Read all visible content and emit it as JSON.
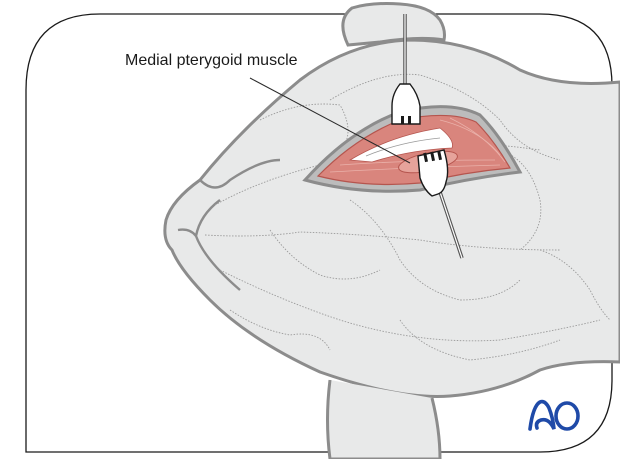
{
  "figure": {
    "type": "surgical-illustration",
    "subject": "canine head, ventral view, surgical approach with retractors",
    "annotations": [
      {
        "id": "medial-pterygoid",
        "label": "Medial pterygoid muscle"
      }
    ],
    "logo": {
      "text": "AO",
      "color": "#1f4aa8"
    },
    "colors": {
      "frame": "#1a1a1a",
      "skin_fill": "#e8e9e9",
      "skin_outline": "#8c8c8c",
      "dotted_anatomy": "#9a9a9a",
      "muscle": "#d9857d",
      "muscle_dark": "#b5554e",
      "retractor": "#ffffff",
      "leader_line": "#2a2a2a"
    }
  }
}
